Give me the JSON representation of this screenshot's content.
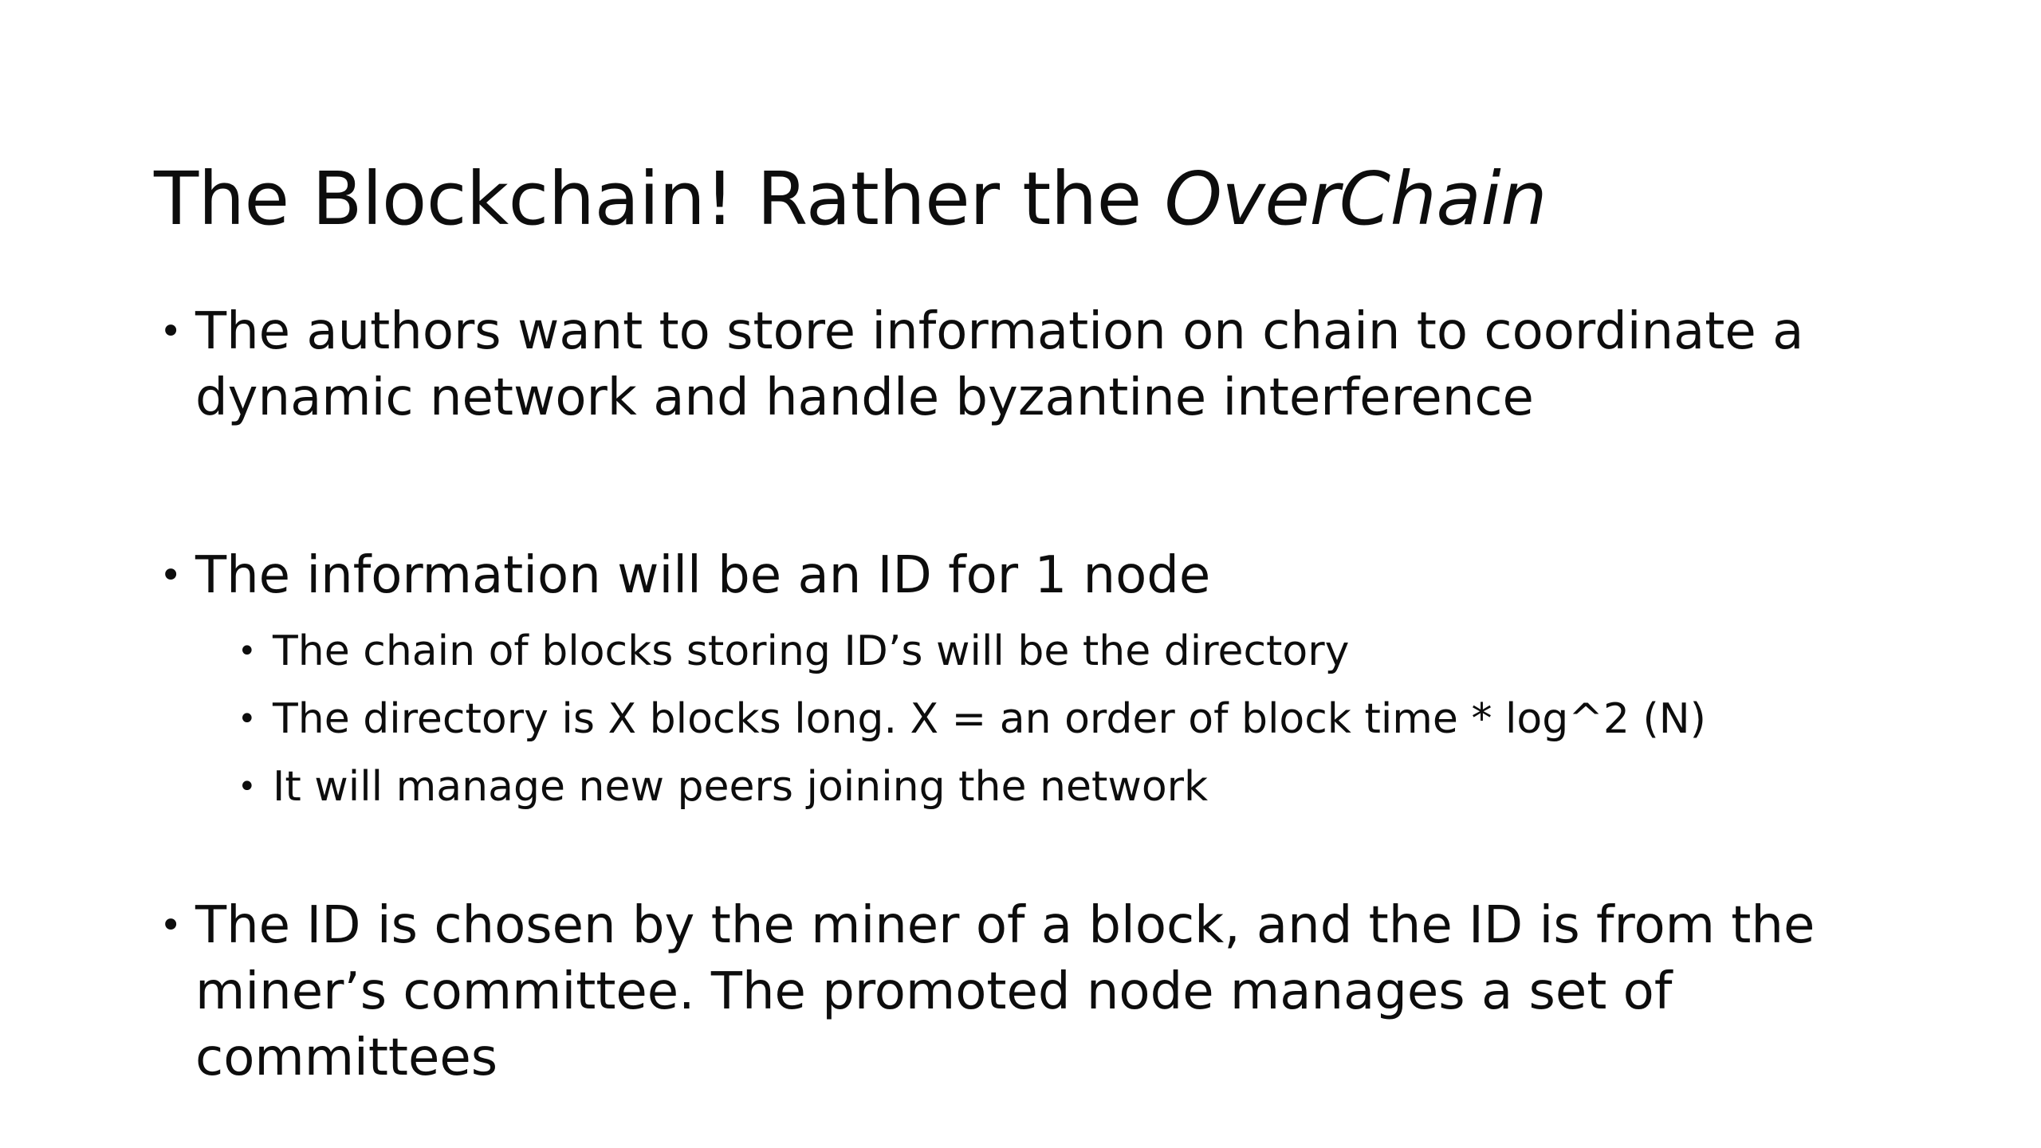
{
  "slide": {
    "title": {
      "main_text": "The Blockchain! Rather the ",
      "emphasis_text": "OverChain"
    },
    "bullet_glyph": "•",
    "blocks": [
      {
        "id": "block-1",
        "level": 1,
        "lines": [
          "The authors want to store information on chain to coordinate a",
          "dynamic network and handle byzantine interference"
        ],
        "text": "The authors want to store information on chain to coordinate a dynamic network and handle byzantine interference"
      },
      {
        "id": "block-2",
        "level": 1,
        "text": "The information will be an ID for 1 node",
        "children": [
          "The chain of blocks storing ID’s will be the directory",
          "The directory is X blocks long. X = an order of block time * log^2 (N)",
          "It will manage new peers joining the network"
        ]
      },
      {
        "id": "block-3",
        "level": 1,
        "lines": [
          "The ID is chosen by the miner of a block, and the ID is from the",
          "miner’s committee. The promoted node manages a set of committees"
        ],
        "text": "The ID is chosen by the miner of a block, and the ID is from the miner’s committee. The promoted node manages a set of committees"
      }
    ],
    "colors": {
      "background": "#ffffff",
      "text": "#0d0d0d"
    }
  }
}
